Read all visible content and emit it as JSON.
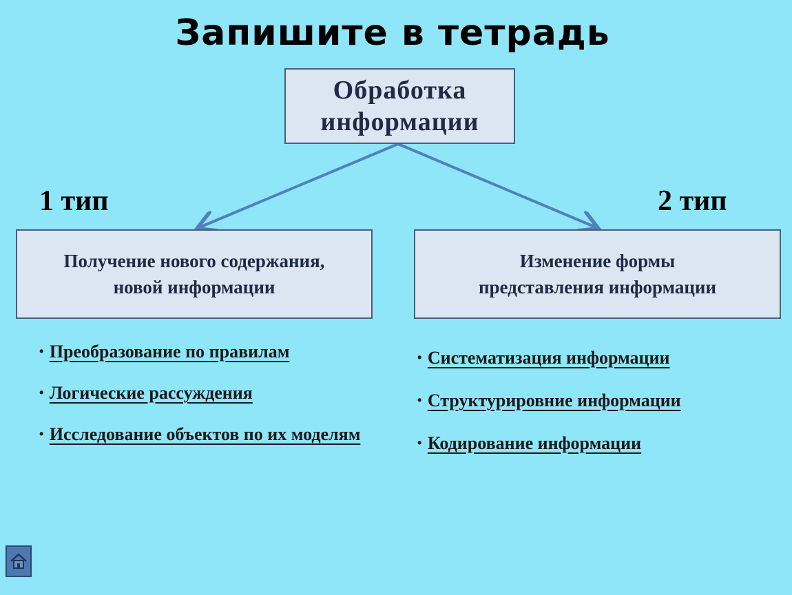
{
  "title": "Запишите в тетрадь",
  "root": {
    "line1": "Обработка",
    "line2": "информации"
  },
  "left": {
    "type_label": "1 тип",
    "box_line1": "Получение нового содержания,",
    "box_line2": "новой информации",
    "items": [
      "Преобразование по правилам",
      "Логические рассуждения",
      "Исследование объектов по их моделям"
    ]
  },
  "right": {
    "type_label": "2 тип",
    "box_line1": "Изменение формы",
    "box_line2": "представления информации",
    "items": [
      "Систематизация информации",
      "Структурировние информации",
      "Кодирование информации"
    ]
  },
  "bullet": "•",
  "colors": {
    "background": "#8fe6f8",
    "box_fill": "#dce6f2",
    "box_border": "#4a5f7a",
    "arrow": "#4f81bd"
  },
  "icons": {
    "home": "home-icon"
  }
}
